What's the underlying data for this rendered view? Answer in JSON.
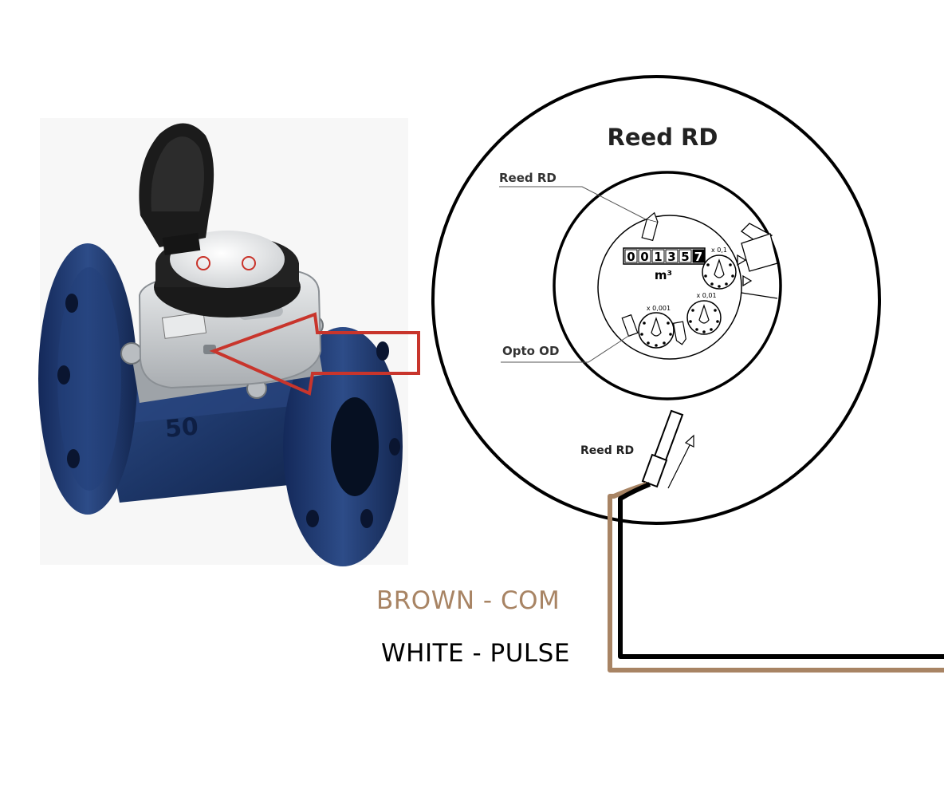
{
  "diagram": {
    "circle_title": "Reed RD",
    "callout_reed_top": "Reed RD",
    "callout_opto": "Opto OD",
    "callout_reed_bottom": "Reed RD",
    "counter_digits": [
      "0",
      "0",
      "1",
      "3",
      "5",
      "7"
    ],
    "counter_unit": "m³",
    "dial_labels": [
      "x 0,1",
      "x 0,01",
      "x 0,001"
    ]
  },
  "wires": {
    "brown_label": "BROWN - COM",
    "white_label": "WHITE - PULSE",
    "brown_color": "#a88464",
    "white_color": "#000000"
  },
  "colors": {
    "meter_body": "#1f3a6e",
    "meter_lid": "#1e1e1e",
    "meter_housing": "#d4d6d8",
    "pointer_arrow": "#c8352c"
  }
}
